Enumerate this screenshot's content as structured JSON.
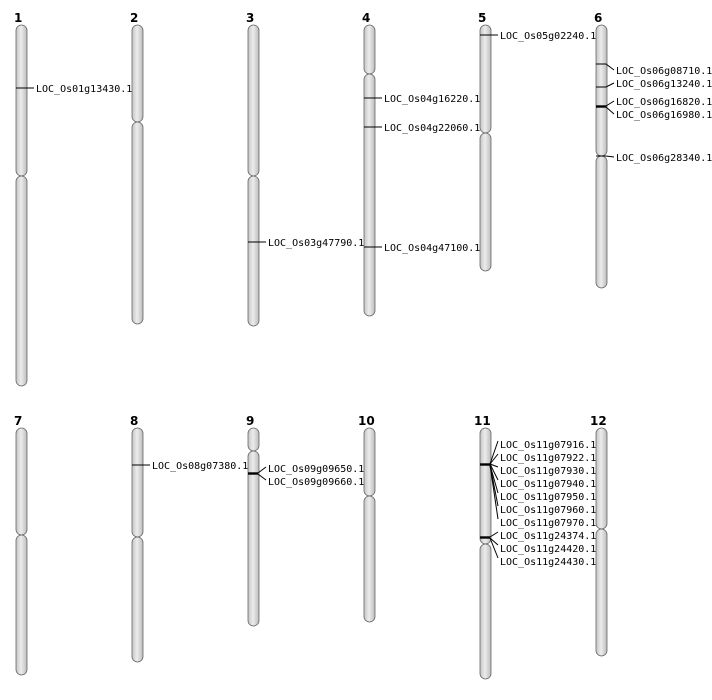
{
  "chromosomes": [
    {
      "name": "1",
      "genes": [
        "LOC_Os01g13430.1"
      ]
    },
    {
      "name": "2",
      "genes": []
    },
    {
      "name": "3",
      "genes": [
        "LOC_Os03g47790.1"
      ]
    },
    {
      "name": "4",
      "genes": [
        "LOC_Os04g16220.1",
        "LOC_Os04g22060.1",
        "LOC_Os04g47100.1"
      ]
    },
    {
      "name": "5",
      "genes": [
        "LOC_Os05g02240.1"
      ]
    },
    {
      "name": "6",
      "genes": [
        "LOC_Os06g08710.1",
        "LOC_Os06g13240.1",
        "LOC_Os06g16820.1",
        "LOC_Os06g16980.1",
        "LOC_Os06g28340.1"
      ]
    },
    {
      "name": "7",
      "genes": []
    },
    {
      "name": "8",
      "genes": [
        "LOC_Os08g07380.1"
      ]
    },
    {
      "name": "9",
      "genes": [
        "LOC_Os09g09650.1",
        "LOC_Os09g09660.1"
      ]
    },
    {
      "name": "10",
      "genes": []
    },
    {
      "name": "11",
      "genes": [
        "LOC_Os11g07916.1",
        "LOC_Os11g07922.1",
        "LOC_Os11g07930.1",
        "LOC_Os11g07940.1",
        "LOC_Os11g07950.1",
        "LOC_Os11g07960.1",
        "LOC_Os11g07970.1",
        "LOC_Os11g24374.1",
        "LOC_Os11g24420.1",
        "LOC_Os11g24430.1"
      ]
    },
    {
      "name": "12",
      "genes": []
    }
  ],
  "colors": {
    "chromosome_fill": "#d9d9d9",
    "chromosome_shadow": "#666666",
    "marker": "#000000"
  }
}
